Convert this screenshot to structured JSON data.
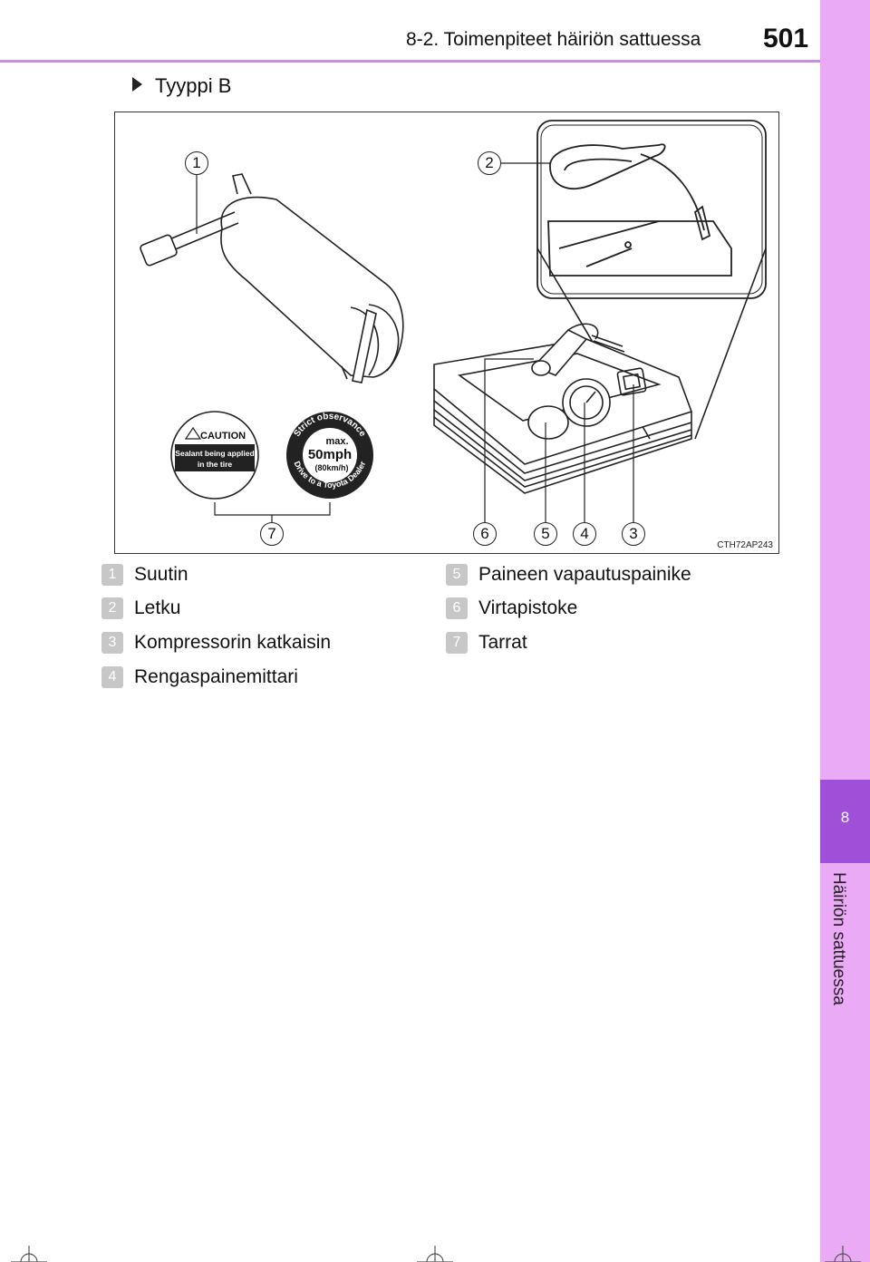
{
  "header": {
    "section": "8-2. Toimenpiteet häiriön sattuessa",
    "page_number": "501"
  },
  "side_tab": {
    "number": "8",
    "label": "Häiriön sattuessa"
  },
  "subheading": "Tyyppi B",
  "figure": {
    "code": "CTH72AP243",
    "callouts": [
      "1",
      "2",
      "3",
      "4",
      "5",
      "6",
      "7"
    ],
    "sticker_caution": {
      "title": "CAUTION",
      "line1": "Sealant being applied",
      "line2": "in the tire"
    },
    "sticker_speed": {
      "top_arc": "Strict observance",
      "bottom_arc": "Drive to a Toyota Dealer",
      "max": "max.",
      "speed": "50mph",
      "kmh": "(80km/h)"
    }
  },
  "legend": [
    {
      "num": "1",
      "label": "Suutin"
    },
    {
      "num": "2",
      "label": "Letku"
    },
    {
      "num": "3",
      "label": "Kompressorin katkaisin"
    },
    {
      "num": "4",
      "label": "Rengaspainemittari"
    },
    {
      "num": "5",
      "label": "Paineen vapautuspainike"
    },
    {
      "num": "6",
      "label": "Virtapistoke"
    },
    {
      "num": "7",
      "label": "Tarrat"
    }
  ]
}
